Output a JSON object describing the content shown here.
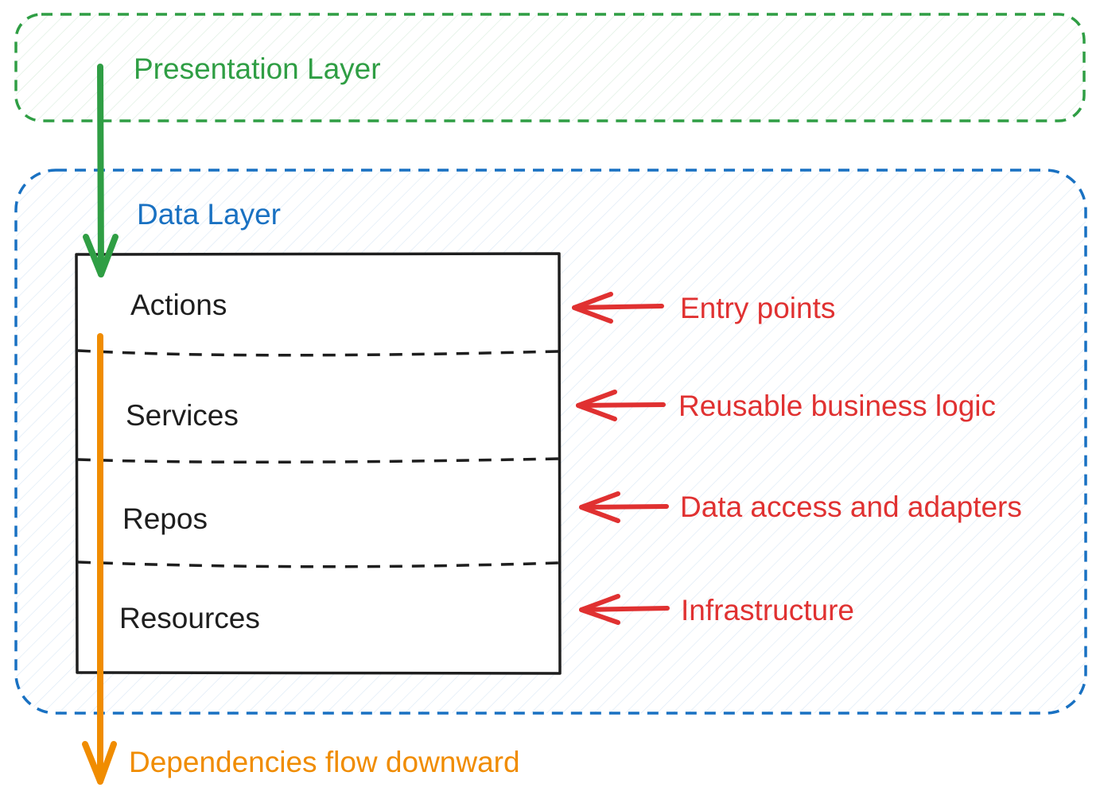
{
  "layers": {
    "presentation": {
      "label": "Presentation Layer",
      "color": "#2f9e44"
    },
    "data": {
      "label": "Data Layer",
      "color": "#1971c2"
    }
  },
  "stack": {
    "items": [
      {
        "label": "Actions"
      },
      {
        "label": "Services"
      },
      {
        "label": "Repos"
      },
      {
        "label": "Resources"
      }
    ],
    "border_color": "#1e1e1e"
  },
  "annotations": {
    "color": "#e03131",
    "items": [
      {
        "label": "Entry points"
      },
      {
        "label": "Reusable business logic"
      },
      {
        "label": "Data access and adapters"
      },
      {
        "label": "Infrastructure"
      }
    ]
  },
  "flow": {
    "label": "Dependencies flow downward",
    "color": "#f08c00"
  }
}
